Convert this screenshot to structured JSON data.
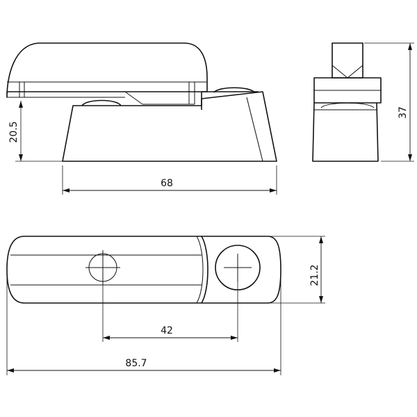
{
  "dimensions": {
    "height_side": "20.5",
    "total_height": "37",
    "base_width": "68",
    "width_plan": "21.2",
    "hole_spacing": "42",
    "total_length": "85.7"
  }
}
